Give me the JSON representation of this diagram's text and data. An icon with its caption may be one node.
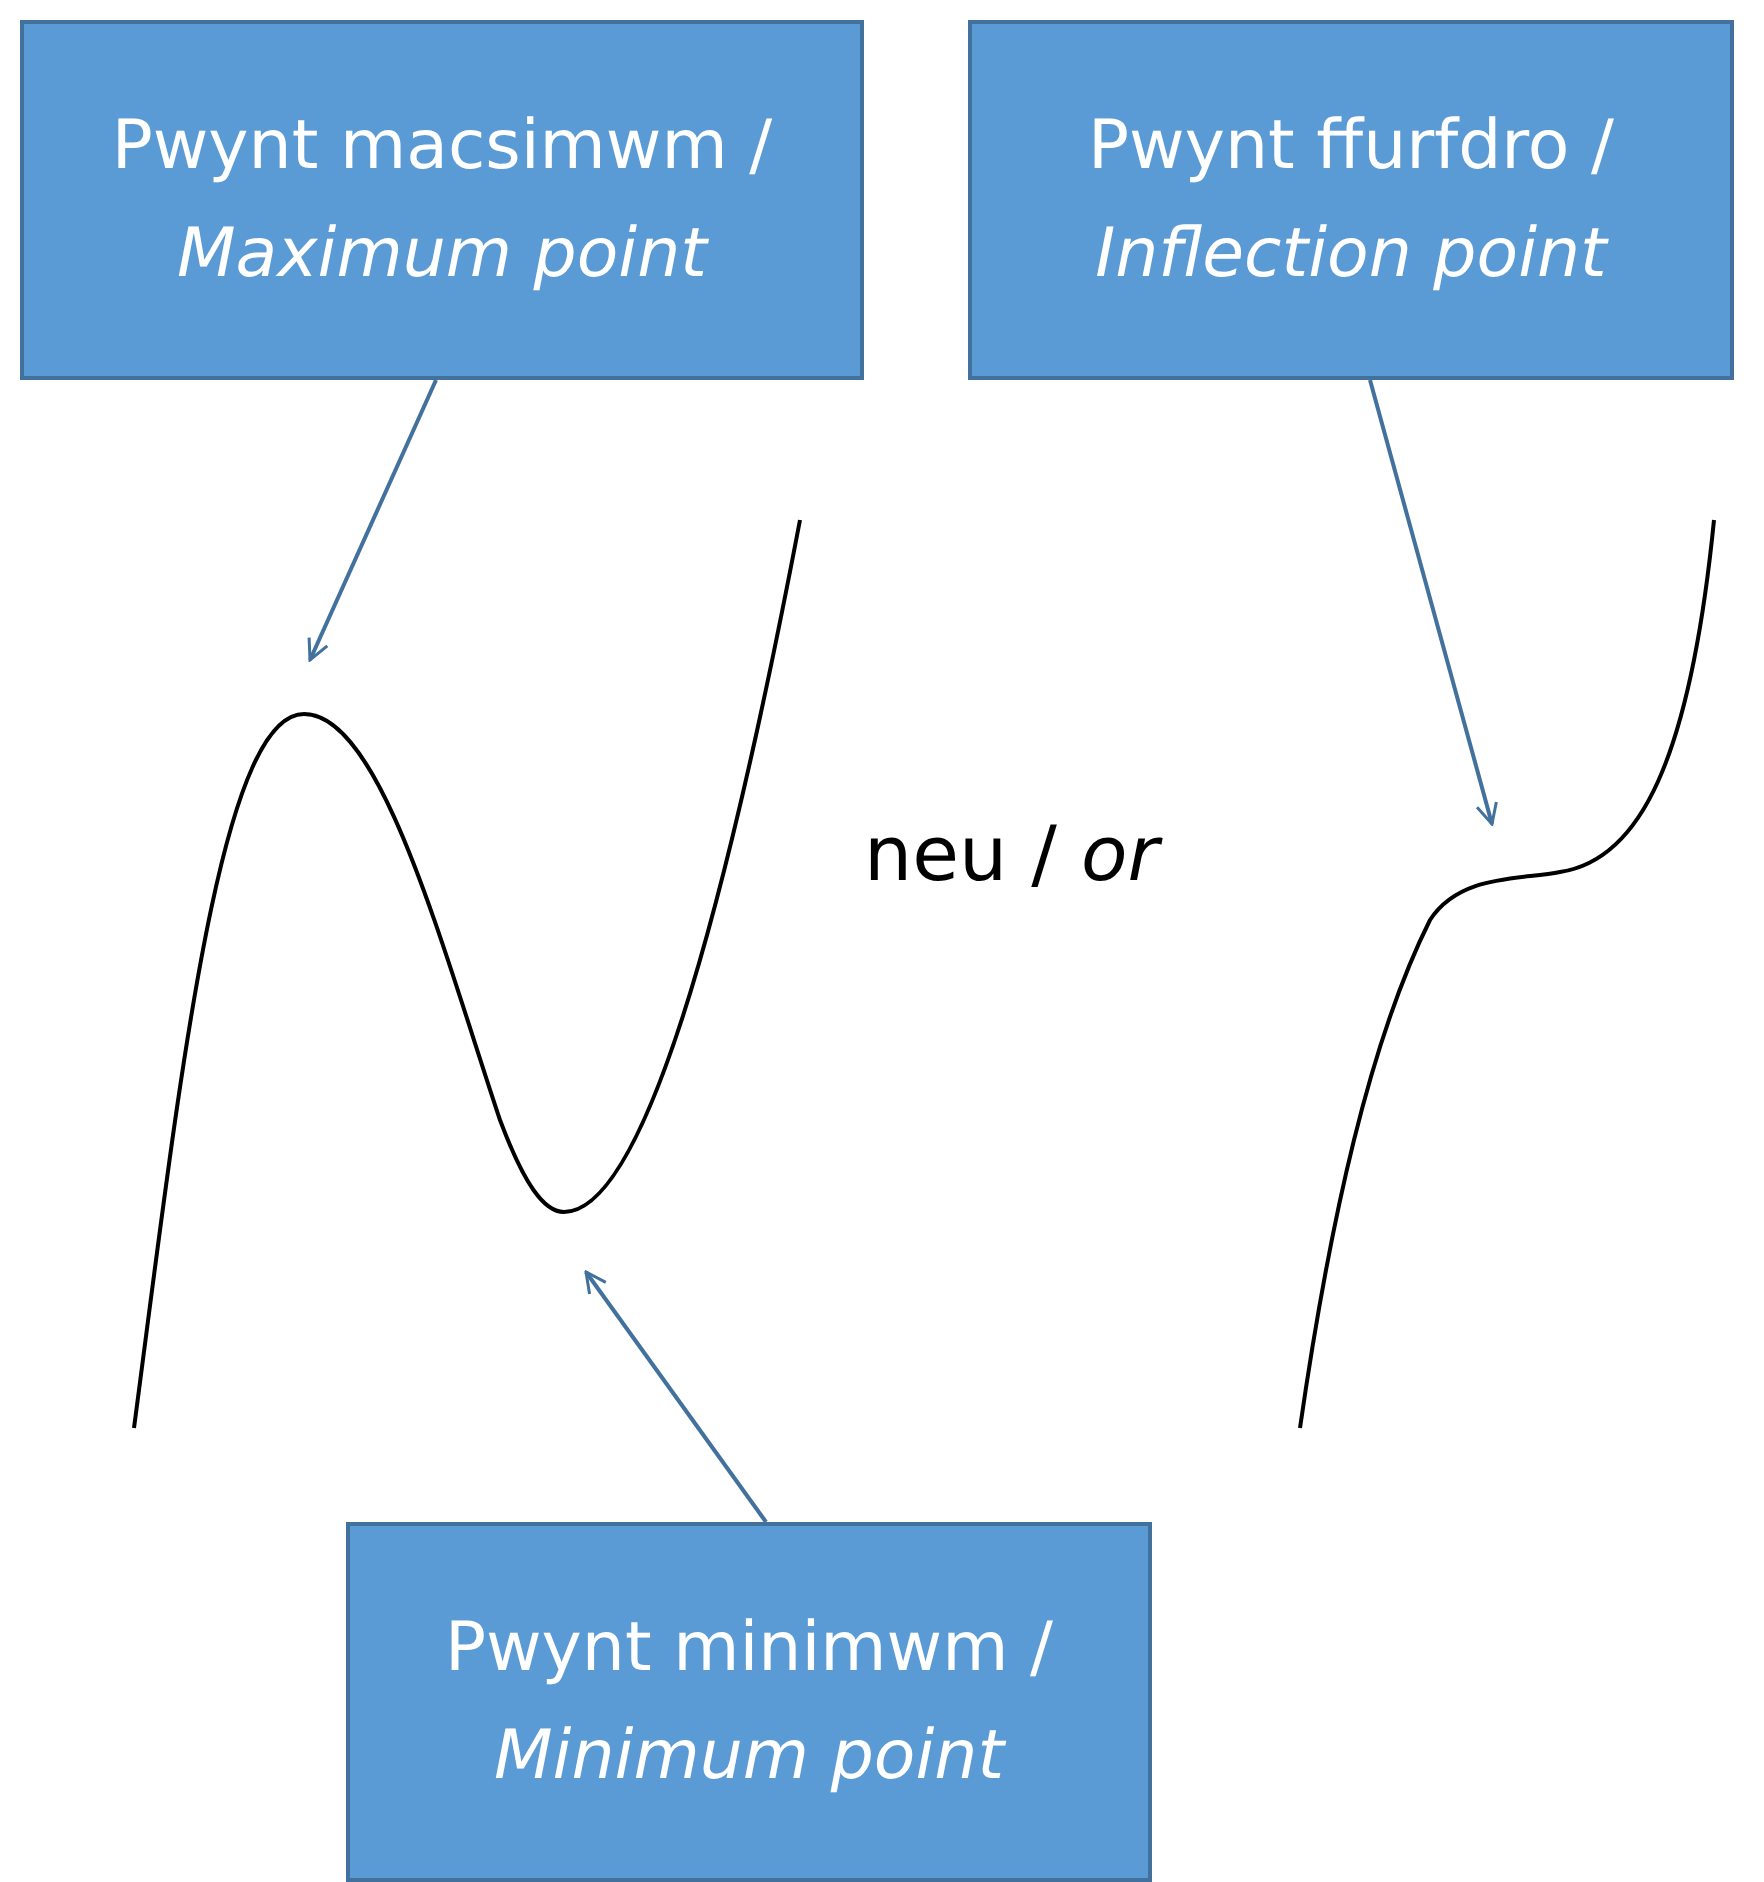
{
  "diagram": {
    "nodes": [
      {
        "text": [
          "Pwynt macsimwm / *Maximum point*"
        ]
      },
      {
        "text": [
          "Pwynt ffurfdro / *Inflection point*"
        ]
      },
      {
        "text": [
          "Pwynt minimwm / *Minimum point*"
        ]
      }
    ],
    "edges": [
      {
        "from": 0,
        "to": null,
        "arrow": "to"
      },
      {
        "from": 1,
        "to": null,
        "arrow": "to"
      },
      {
        "from": 2,
        "to": null,
        "arrow": "to"
      }
    ],
    "labels": [
      "neu / *or*"
    ]
  }
}
